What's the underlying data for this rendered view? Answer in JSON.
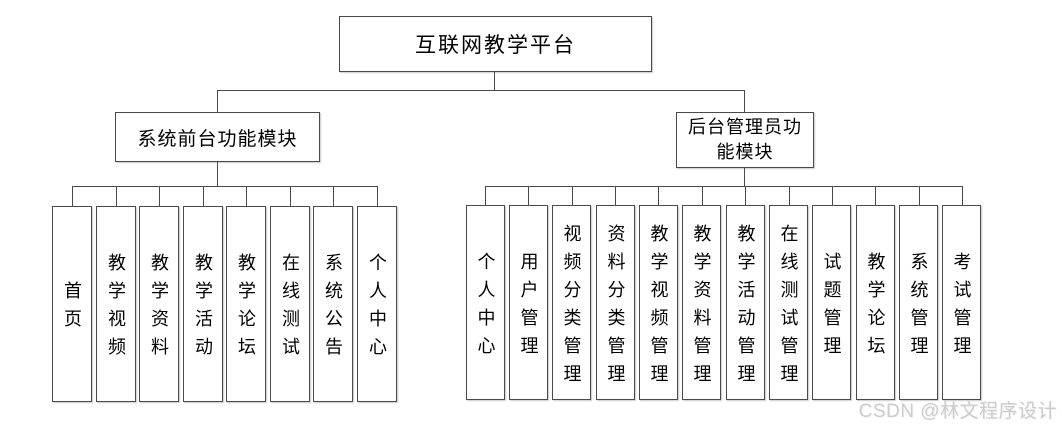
{
  "diagram_title": "互联网教学平台",
  "root": {
    "label": "互联网教学平台"
  },
  "branches": [
    {
      "label": "系统前台功能模块",
      "children": [
        "首页",
        "教学视频",
        "教学资料",
        "教学活动",
        "教学论坛",
        "在线测试",
        "系统公告",
        "个人中心"
      ]
    },
    {
      "label": "后台管理员功能模块",
      "children": [
        "个人中心",
        "用户管理",
        "视频分类管理",
        "资料分类管理",
        "教学视频管理",
        "教学资料管理",
        "教学活动管理",
        "在线测试管理",
        "试题管理",
        "教学论坛",
        "系统管理",
        "考试管理"
      ]
    }
  ],
  "watermark": {
    "text": "CSDN @林文程序设计"
  },
  "colors": {
    "background": "#ffffff",
    "line": "#4a4a4a",
    "box_border": "#4a4a4a",
    "box_fill": "#ffffff",
    "text": "#000000",
    "watermark": "#cccccc"
  }
}
